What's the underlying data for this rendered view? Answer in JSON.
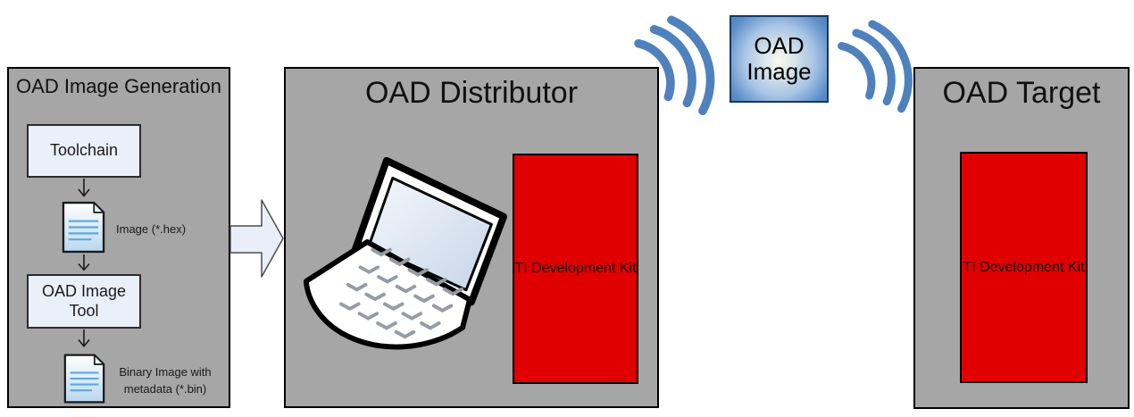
{
  "colors": {
    "panel_gray": "#A6A6A6",
    "panel_border": "#000000",
    "kit_red": "#E00000",
    "accent_blue": "#4F81BD",
    "arrow_fill": "#E9EEF8",
    "node_fill": "#EAF0F9",
    "doc_line": "#5FA8DC",
    "payload_border": "#17375E"
  },
  "panels": {
    "generation": {
      "title": "OAD Image Generation",
      "toolchain_label": "Toolchain",
      "hex_label": "Image (*.hex)",
      "tool_label": "OAD Image Tool",
      "bin_label": "Binary Image with metadata (*.bin)"
    },
    "distributor": {
      "title": "OAD Distributor",
      "kit_label": "TI Development Kit"
    },
    "target": {
      "title": "OAD Target",
      "kit_label": "TI Development Kit"
    }
  },
  "ota": {
    "payload_label": "OAD Image"
  }
}
